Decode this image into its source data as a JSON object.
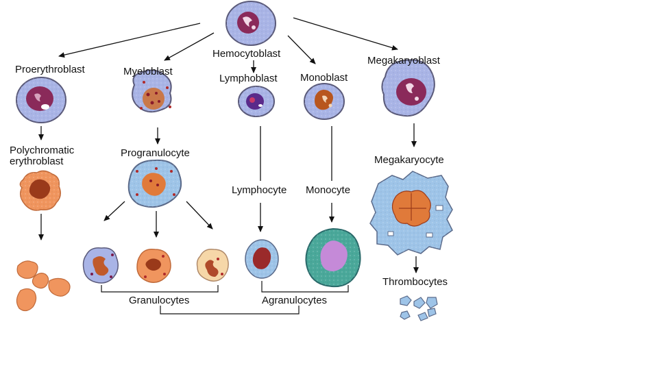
{
  "labels": {
    "hemocytoblast": "Hemocytoblast",
    "proerythroblast": "Proerythroblast",
    "myeloblast": "Myeloblast",
    "lymphoblast": "Lymphoblast",
    "monoblast": "Monoblast",
    "megakaryoblast": "Megakaryoblast",
    "polychromatic_line1": "Polychromatic",
    "polychromatic_line2": "erythroblast",
    "progranulocyte": "Progranulocyte",
    "lymphocyte": "Lymphocyte",
    "monocyte": "Monocyte",
    "megakaryocyte": "Megakaryocyte",
    "thrombocytes": "Thrombocytes",
    "granulocytes": "Granulocytes",
    "agranulocytes": "Agranulocytes"
  },
  "colors": {
    "cell_membrane_blue": "#a9b4e6",
    "cell_outline": "#5a5a7a",
    "nucleus_purple": "#8a2a5a",
    "erythro_orange": "#f0955e",
    "nucleus_brown": "#9a3a1a",
    "monocyte_teal": "#4aa89a",
    "monocyte_nucleus": "#c58ad8",
    "megakaryocyte_blue": "#9ec4e8",
    "line": "#111111"
  }
}
